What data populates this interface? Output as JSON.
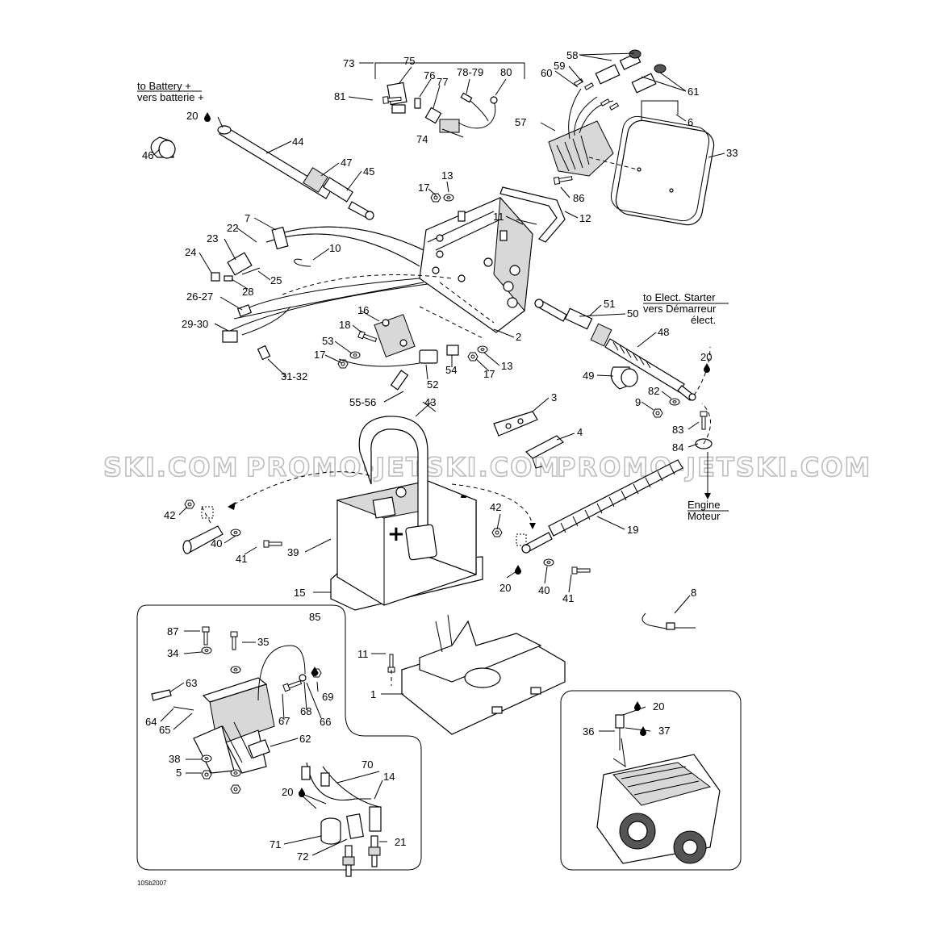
{
  "drawing_code": "10Sb2007",
  "watermark": "PROMO-JETSKI.COM",
  "watermark_fragment": "SKI.COM",
  "callouts": {
    "to_battery": [
      "to Battery +",
      "vers batterie +"
    ],
    "to_starter": [
      "to Elect. Starter",
      "vers Démarreur",
      "élect."
    ],
    "engine": [
      "Engine",
      "Moteur"
    ]
  },
  "battery_signs": {
    "positive": "+",
    "negative": "-"
  },
  "lubricant_icon": "oil-drop-icon",
  "part_numbers": {
    "p1": "1",
    "p2": "2",
    "p3": "3",
    "p4": "4",
    "p5": "5",
    "p6": "6",
    "p7": "7",
    "p8": "8",
    "p9": "9",
    "p10": "10",
    "p11a": "11",
    "p11b": "11",
    "p12": "12",
    "p13a": "13",
    "p13b": "13",
    "p14": "14",
    "p15": "15",
    "p16": "16",
    "p17a": "17",
    "p17b": "17",
    "p17c": "17",
    "p18": "18",
    "p19": "19",
    "p20a": "20",
    "p20b": "20",
    "p20c": "20",
    "p20d": "20",
    "p20e": "20",
    "p21": "21",
    "p22": "22",
    "p23": "23",
    "p24": "24",
    "p25": "25",
    "p26": "26-27",
    "p28": "28",
    "p29": "29-30",
    "p31": "31-32",
    "p33": "33",
    "p34": "34",
    "p35": "35",
    "p36": "36",
    "p37": "37",
    "p38": "38",
    "p39": "39",
    "p40a": "40",
    "p40b": "40",
    "p41a": "41",
    "p41b": "41",
    "p42a": "42",
    "p42b": "42",
    "p43": "43",
    "p44": "44",
    "p45": "45",
    "p46": "46",
    "p47": "47",
    "p48": "48",
    "p49": "49",
    "p50": "50",
    "p51": "51",
    "p52": "52",
    "p53": "53",
    "p54": "54",
    "p55": "55-56",
    "p57": "57",
    "p58": "58",
    "p59": "59",
    "p60": "60",
    "p61": "61",
    "p62": "62",
    "p63": "63",
    "p64": "64",
    "p65": "65",
    "p66": "66",
    "p67": "67",
    "p68": "68",
    "p69": "69",
    "p70": "70",
    "p71": "71",
    "p72": "72",
    "p73": "73",
    "p74": "74",
    "p75": "75",
    "p76": "76",
    "p77": "77",
    "p78": "78-79",
    "p80": "80",
    "p81": "81",
    "p82": "82",
    "p83": "83",
    "p84": "84",
    "p85": "85",
    "p86": "86",
    "p87": "87"
  }
}
